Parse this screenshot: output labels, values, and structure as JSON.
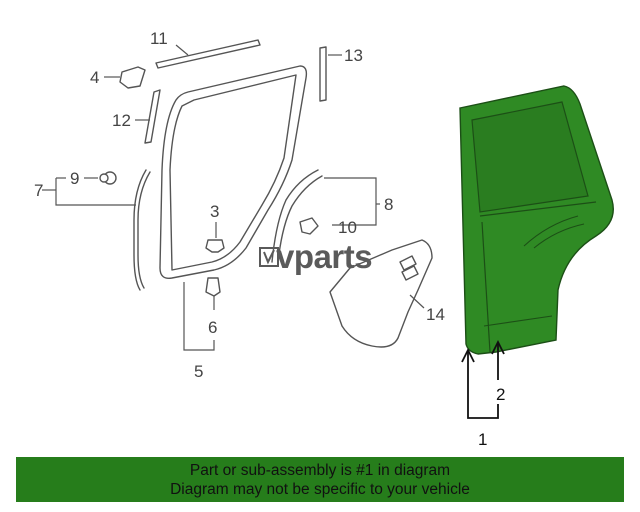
{
  "diagram": {
    "callouts": {
      "c1": "1",
      "c2": "2",
      "c3": "3",
      "c4": "4",
      "c5": "5",
      "c6": "6",
      "c7": "7",
      "c8": "8",
      "c9": "9",
      "c10": "10",
      "c11": "11",
      "c12": "12",
      "c13": "13",
      "c14": "14"
    },
    "watermark": "vparts",
    "colors": {
      "door_shell": "#2f8a24",
      "door_dark": "#1f5f18",
      "banner": "#267d1b",
      "line": "#555555"
    }
  },
  "footer": {
    "line1": "Part or sub-assembly is #1 in diagram",
    "line2": "Diagram may not be specific to your vehicle"
  }
}
